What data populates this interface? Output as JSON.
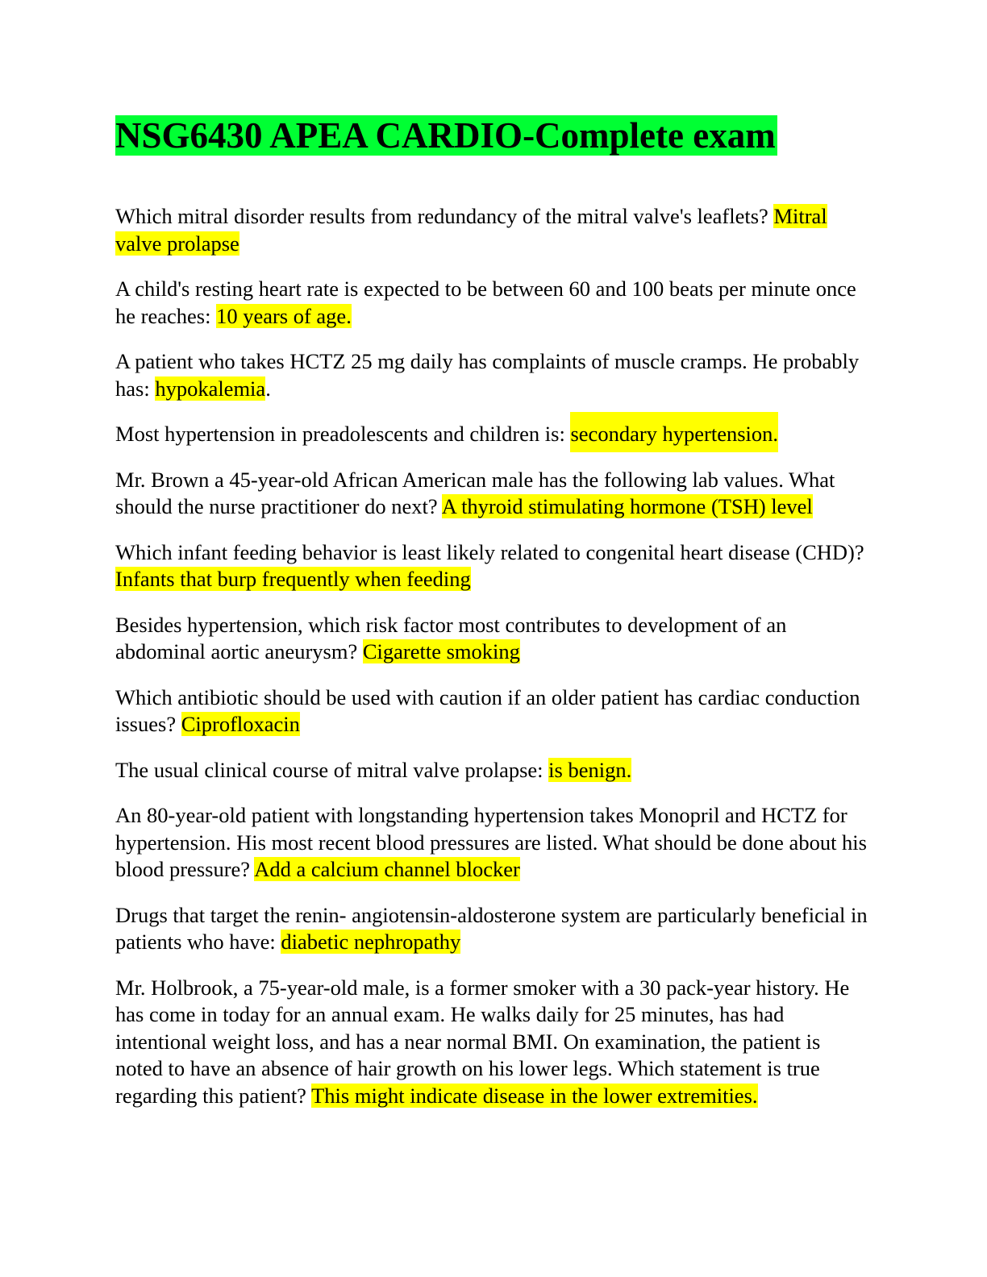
{
  "document": {
    "title": "NSG6430 APEA CARDIO-Complete exam",
    "highlight_colors": {
      "title": "#00ff33",
      "answers": "#ffff00"
    },
    "items": [
      {
        "question": "Which mitral disorder results from redundancy of the mitral valve's leaflets? ",
        "answer": "Mitral valve prolapse",
        "trailing": ""
      },
      {
        "question": "A child's resting heart rate is expected to be between 60 and 100 beats per minute once he reaches: ",
        "answer": "10 years of age.",
        "trailing": ""
      },
      {
        "question": "A patient who takes HCTZ 25 mg daily has complaints of muscle cramps. He probably has: ",
        "answer": "hypokalemia",
        "trailing": "."
      },
      {
        "question": "Most hypertension in preadolescents and children is: ",
        "answer": "secondary hypertension.",
        "trailing": ""
      },
      {
        "question": "Mr. Brown a 45-year-old African American male has the following lab values. What should the nurse practitioner do next? ",
        "answer": "A thyroid stimulating hormone (TSH) level",
        "trailing": ""
      },
      {
        "question": "Which infant feeding behavior is least likely related to congenital heart disease (CHD)? ",
        "answer": "Infants that burp frequently when feeding",
        "trailing": ""
      },
      {
        "question": "Besides hypertension, which risk factor most contributes to development of an abdominal aortic aneurysm? ",
        "answer": "Cigarette smoking",
        "trailing": ""
      },
      {
        "question": "Which antibiotic should be used with caution if an older patient has cardiac conduction issues? ",
        "answer": "Ciprofloxacin",
        "trailing": ""
      },
      {
        "question": "The usual clinical course of mitral valve prolapse: ",
        "answer": "is benign.",
        "trailing": ""
      },
      {
        "question": "An 80-year-old patient with longstanding hypertension takes Monopril and HCTZ for hypertension. His most recent blood pressures are listed. What should be done about his blood pressure? ",
        "answer": "Add a calcium channel blocker",
        "trailing": ""
      },
      {
        "question": "Drugs that target the renin- angiotensin-aldosterone system are particularly beneficial in patients who have: ",
        "answer": "diabetic nephropathy",
        "trailing": ""
      },
      {
        "question": "Mr. Holbrook, a 75-year-old male, is a former smoker with a 30 pack-year history. He has come in today for an annual exam. He walks daily for 25 minutes, has had intentional weight loss, and has a near normal BMI. On examination, the patient is noted to have an absence of hair growth on his lower legs. Which statement is true regarding this patient? ",
        "answer": "This might indicate disease in the lower extremities.",
        "trailing": ""
      }
    ]
  }
}
